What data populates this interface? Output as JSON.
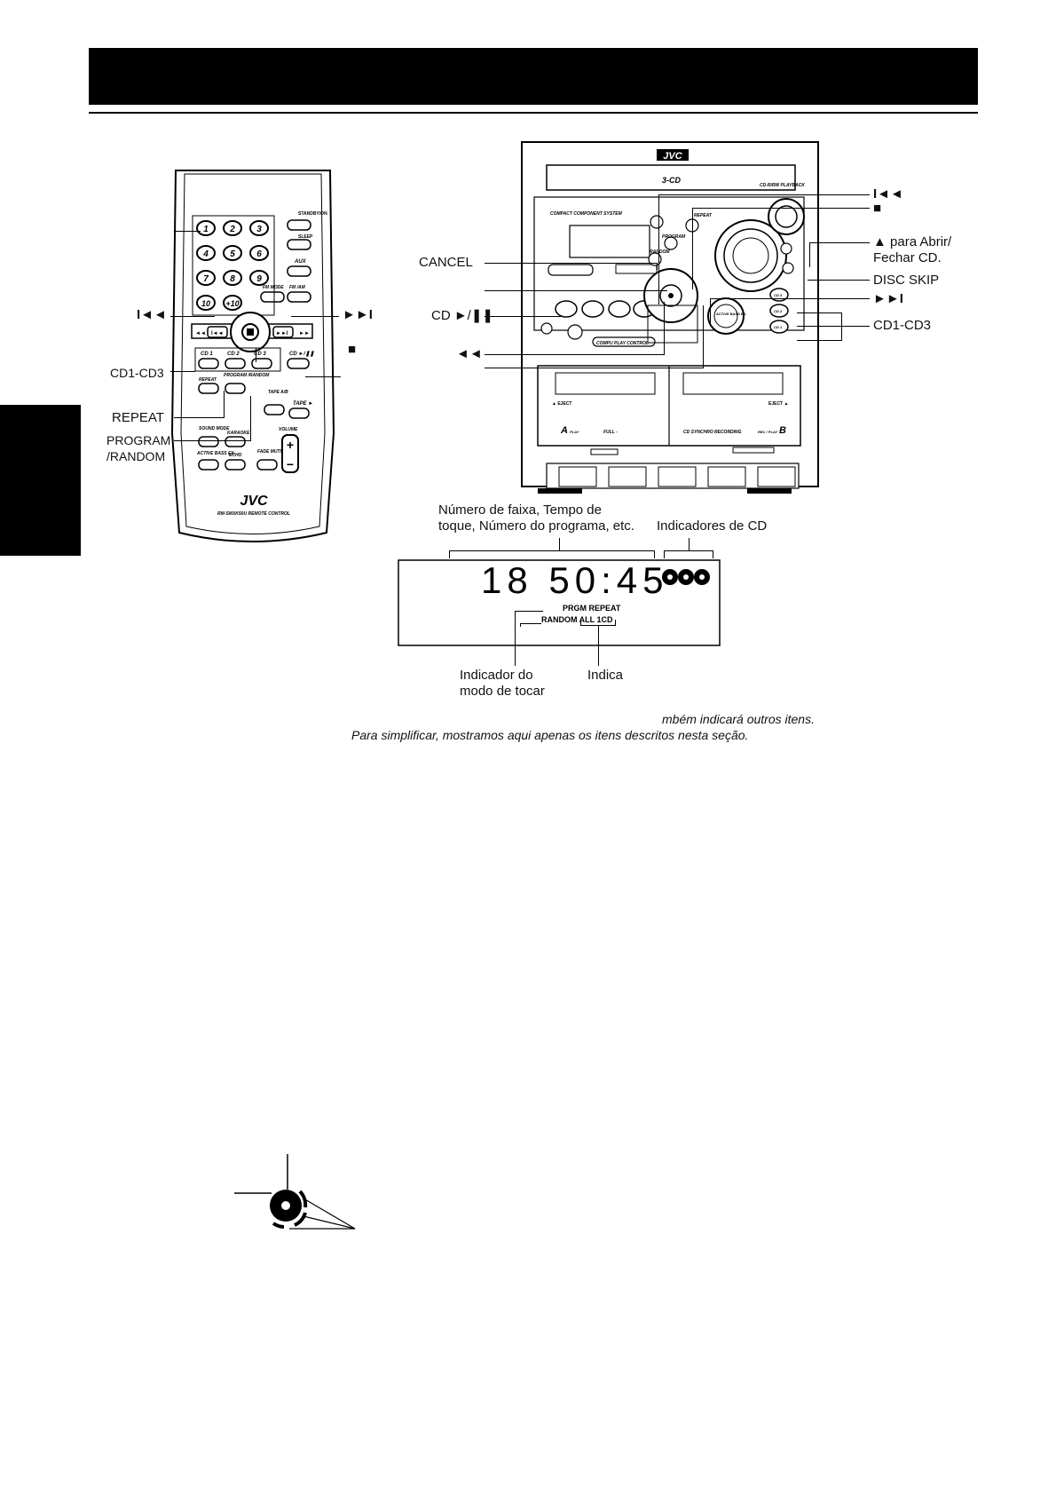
{
  "remote": {
    "standby_label": "STANDBY/ON",
    "sleep_label": "SLEEP",
    "aux_label": "AUX",
    "fm_mode_label": "FM MODE",
    "fm_am_label": "FM /AM",
    "numbers": [
      "1",
      "2",
      "3",
      "4",
      "5",
      "6",
      "7",
      "8",
      "9",
      "10",
      "+10"
    ],
    "cd1": "CD 1",
    "cd2": "CD 2",
    "cd3": "CD 3",
    "cd_play": "CD ►/❚❚",
    "repeat": "REPEAT",
    "program_random": "PROGRAM /RANDOM",
    "tape_ab": "TAPE A/B",
    "tape": "TAPE ►",
    "sound_mode": "SOUND MODE",
    "karaoke": "KARAOKE",
    "volume": "VOLUME",
    "active_bass": "ACTIVE BASS EX.",
    "echo": "ECHO",
    "fade_muting": "FADE MUTING",
    "brand": "JVC",
    "model": "RM-SMXK50U  REMOTE CONTROL"
  },
  "left_labels": {
    "prev": "I◄◄",
    "next": "►►I",
    "stop": "■",
    "cd1_cd3": "CD1-CD3",
    "repeat": "REPEAT",
    "program": "PROGRAM",
    "random": "/RANDOM"
  },
  "unit": {
    "brand": "JVC",
    "three_cd": "3-CD",
    "cdrw": "CD-R/RW PLAYBACK",
    "compact": "COMPACT   COMPONENT   SYSTEM",
    "repeat": "REPEAT",
    "program": "PROGRAM",
    "random": "RANDOM",
    "compu_play": "COMPU  PLAY  CONTROL",
    "active_bass": "ACTIVE BASS EX.",
    "eject_a": "▲ EJECT",
    "eject_b": "EJECT ▲",
    "deck_a": "A",
    "deck_a_sub": "PLAY",
    "full": "FULL -",
    "deck_b_text": "CD SYNCHRO RECORDING",
    "deck_b_sub": "REC / PLAY",
    "deck_b": "B",
    "cd_buttons": [
      "CD 3",
      "CD 2",
      "CD 1"
    ]
  },
  "right_labels": {
    "prev": "I◄◄",
    "stop": "■",
    "eject_line1": "▲ para Abrir/",
    "eject_line2": "Fechar CD.",
    "disc_skip": "DISC SKIP",
    "next": "►►I",
    "cd1_cd3": "CD1-CD3",
    "cancel": "CANCEL",
    "cd_play": "CD ►/❚❚",
    "rewind": "◄◄"
  },
  "display": {
    "header_line1": "Número de faixa, Tempo de",
    "header_line2": "toque, Número do programa, etc.",
    "cd_indicators": "Indicadores de CD",
    "digits": "18  50:45",
    "prgm_repeat": "PRGM REPEAT",
    "random_all": "RANDOM ALL 1CD",
    "play_mode_line1": "Indicador do",
    "play_mode_line2": "modo de tocar",
    "indica": "Indica"
  },
  "caption": {
    "line1": "mbém indicará outros itens.",
    "line2": "Para simplificar, mostramos aqui apenas os itens descritos nesta seção."
  }
}
